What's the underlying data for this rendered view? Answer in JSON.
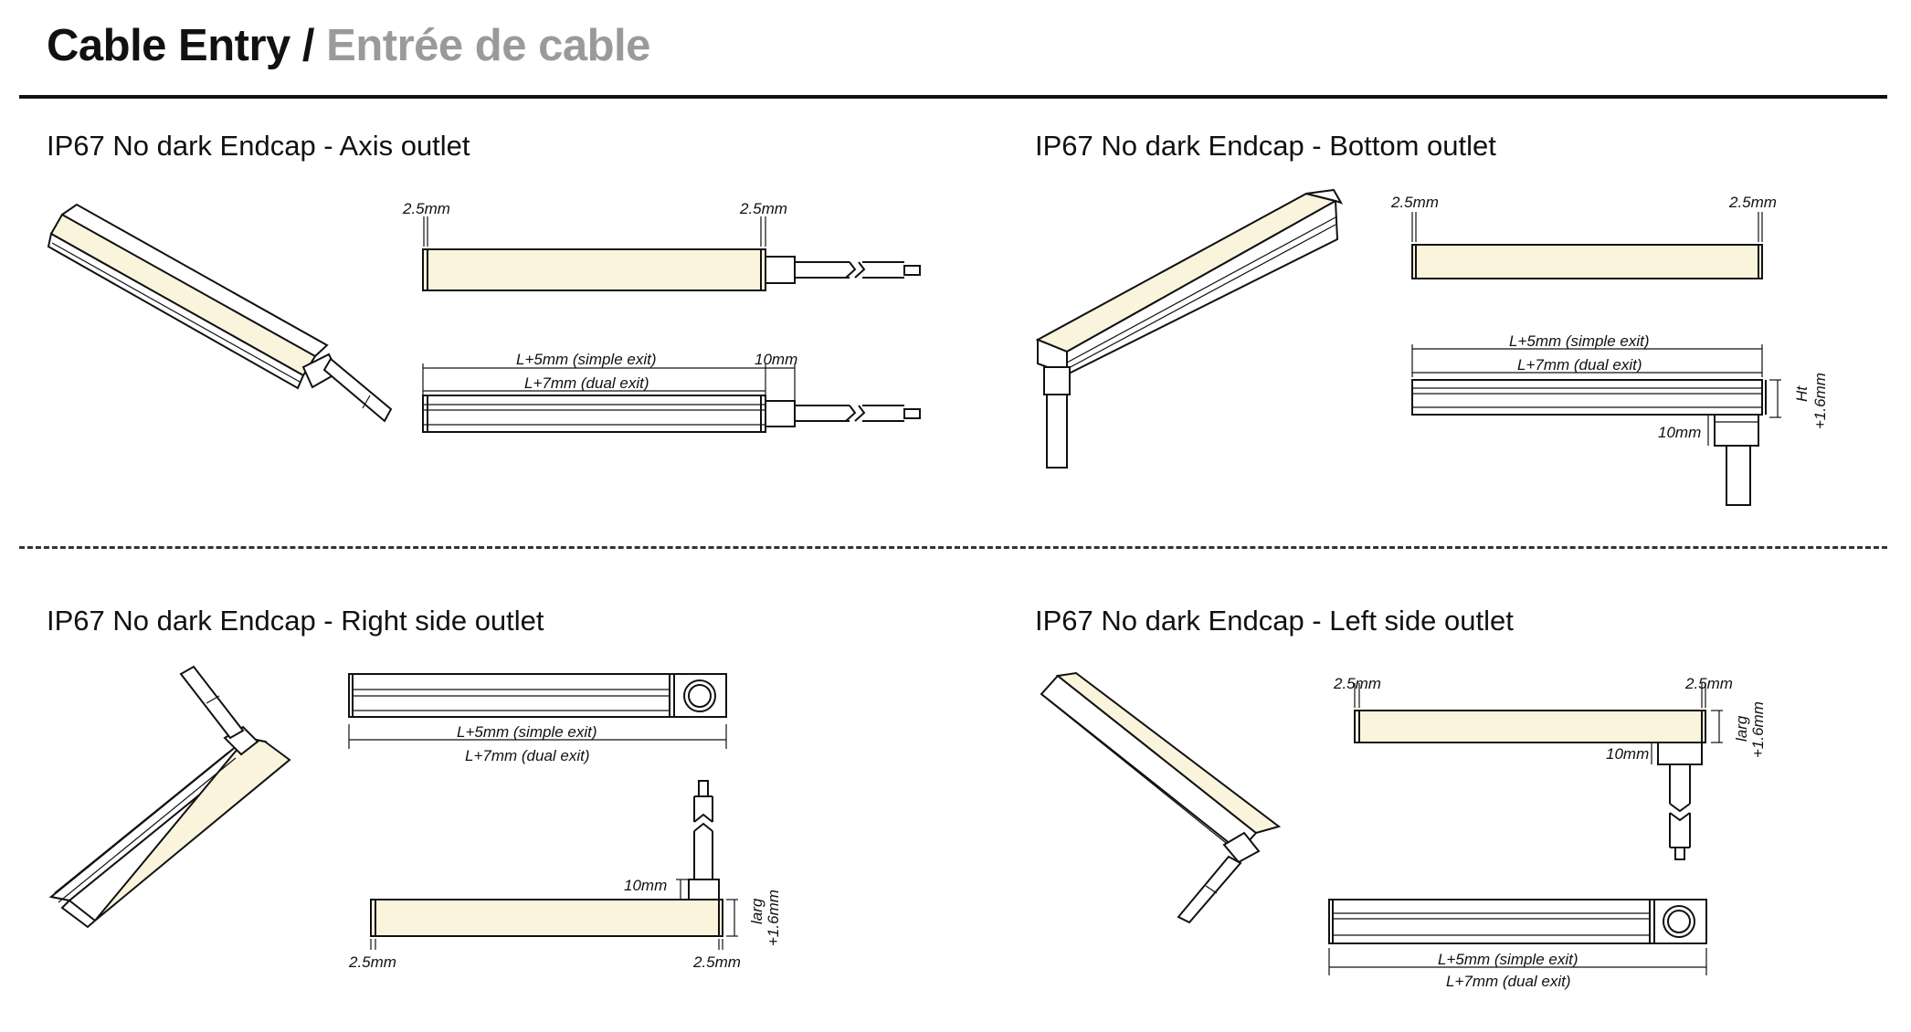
{
  "header": {
    "title_en": "Cable Entry",
    "separator": " / ",
    "title_fr": "Entrée de cable"
  },
  "sections": [
    {
      "title": "IP67 No dark Endcap - Axis outlet",
      "dims": {
        "left": "2.5mm",
        "right": "2.5mm",
        "simple": "L+5mm (simple exit)",
        "dual": "L+7mm (dual exit)",
        "cable": "10mm"
      }
    },
    {
      "title": "IP67 No dark Endcap - Bottom outlet",
      "dims": {
        "left": "2.5mm",
        "right": "2.5mm",
        "simple": "L+5mm (simple exit)",
        "dual": "L+7mm (dual exit)",
        "cable": "10mm",
        "height_1": "Ht",
        "height_2": "+1.6mm"
      }
    },
    {
      "title": "IP67 No dark Endcap - Right side outlet",
      "dims": {
        "left": "2.5mm",
        "right": "2.5mm",
        "simple": "L+5mm (simple exit)",
        "dual": "L+7mm (dual exit)",
        "cable": "10mm",
        "width_1": "larg",
        "width_2": "+1.6mm"
      }
    },
    {
      "title": "IP67 No dark Endcap - Left side outlet",
      "dims": {
        "left": "2.5mm",
        "right": "2.5mm",
        "simple": "L+5mm (simple exit)",
        "dual": "L+7mm (dual exit)",
        "cable": "10mm",
        "width_1": "larg",
        "width_2": "+1.6mm"
      }
    }
  ]
}
